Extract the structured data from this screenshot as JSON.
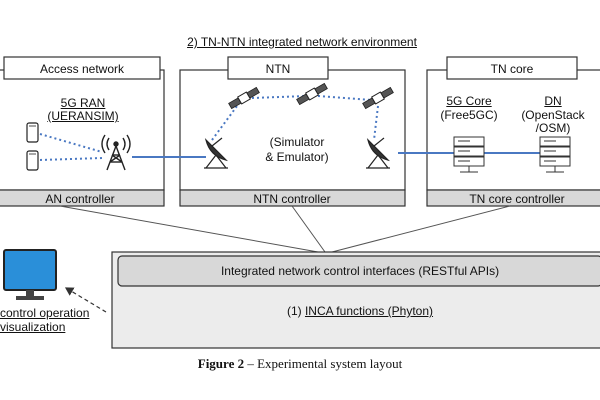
{
  "top_title": "2) TN-NTN integrated network environment",
  "access": {
    "header": "Access network",
    "ran_line1": "5G RAN",
    "ran_line2": "(UERANSIM)",
    "controller": "AN controller"
  },
  "ntn": {
    "header": "NTN",
    "sim_line1": "(Simulator",
    "sim_line2": "& Emulator)",
    "controller": "NTN controller"
  },
  "tn": {
    "header": "TN core",
    "core_line1": "5G Core",
    "core_line2": "(Free5GC)",
    "dn_line1": "DN",
    "dn_line2": "(OpenStack",
    "dn_line3": "/OSM)",
    "controller": "TN core controller"
  },
  "inca": {
    "interfaces": "Integrated network control interfaces (RESTful APIs)",
    "prefix": "(1) ",
    "functions": "INCA functions (Phyton)"
  },
  "visualization": {
    "line1": "control operation",
    "line2": "visualization"
  },
  "caption": {
    "label": "Figure 2",
    "text": " – Experimental system layout"
  },
  "colors": {
    "box_fill": "#ececec",
    "controller_fill": "#d8d8d8",
    "link_blue": "#4a78c2",
    "screen_blue": "#2a8fd9",
    "dark": "#333333"
  }
}
